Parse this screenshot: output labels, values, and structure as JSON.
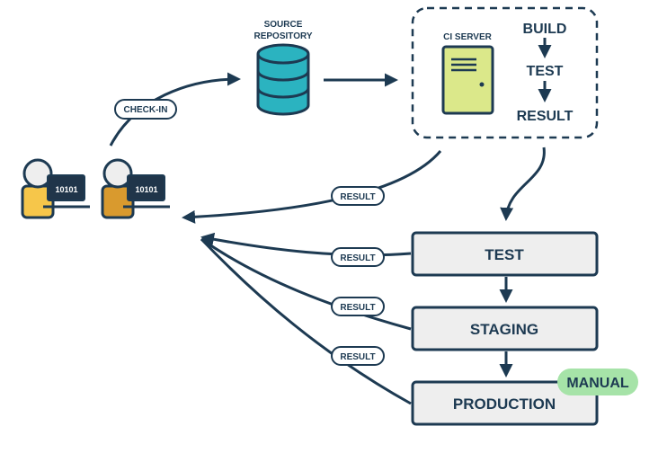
{
  "colors": {
    "ink": "#1d3a52",
    "db_fill": "#2bb3c0",
    "server_fill": "#dbe88a",
    "stage_fill": "#eeeeee",
    "badge_fill": "#a6e3a8",
    "dev1_shirt": "#f6c64a",
    "dev2_shirt": "#d99a2e",
    "laptop_fill": "#20354a"
  },
  "labels": {
    "check_in": "CHECK-IN",
    "source_repository": [
      "SOURCE",
      "REPOSITORY"
    ],
    "ci_server": "CI SERVER",
    "build": "BUILD",
    "test_small": "TEST",
    "result_small": "RESULT",
    "result_pill": "RESULT",
    "manual_badge": "MANUAL"
  },
  "stages": [
    {
      "label": "TEST"
    },
    {
      "label": "STAGING"
    },
    {
      "label": "PRODUCTION"
    }
  ],
  "developers": [
    {
      "screen_text": "10101",
      "icon": "developer-icon"
    },
    {
      "screen_text": "10101",
      "icon": "developer-icon"
    }
  ]
}
